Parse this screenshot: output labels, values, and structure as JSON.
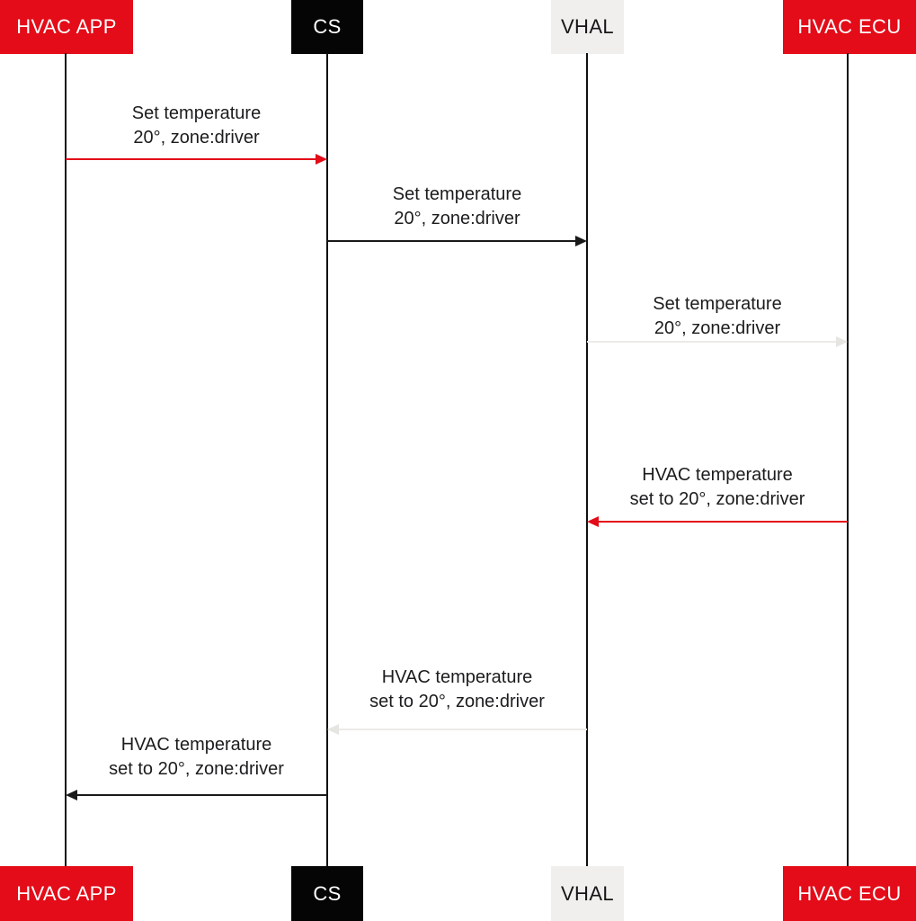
{
  "diagram_type": "sequence-diagram",
  "colors": {
    "actor_red": "#e30c18",
    "actor_black": "#050505",
    "actor_gray": "#f0efed",
    "arrow_red": "#e30c18",
    "arrow_black": "#191919",
    "arrow_light": "#eceae7",
    "text": "#1c1c1e"
  },
  "actors": [
    {
      "id": "hvac-app",
      "label": "HVAC APP"
    },
    {
      "id": "cs",
      "label": "CS"
    },
    {
      "id": "vhal",
      "label": "VHAL"
    },
    {
      "id": "hvac-ecu",
      "label": "HVAC ECU"
    }
  ],
  "messages": [
    {
      "from": "HVAC APP",
      "to": "CS",
      "line1": "Set temperature",
      "line2": "20°, zone:driver",
      "arrow_color": "#e30c18"
    },
    {
      "from": "CS",
      "to": "VHAL",
      "line1": "Set temperature",
      "line2": "20°, zone:driver",
      "arrow_color": "#191919"
    },
    {
      "from": "VHAL",
      "to": "HVAC ECU",
      "line1": "Set temperature",
      "line2": "20°, zone:driver",
      "arrow_color": "#eceae7"
    },
    {
      "from": "HVAC ECU",
      "to": "VHAL",
      "line1": "HVAC temperature",
      "line2": "set to 20°, zone:driver",
      "arrow_color": "#e30c18"
    },
    {
      "from": "VHAL",
      "to": "CS",
      "line1": "HVAC temperature",
      "line2": "set to 20°, zone:driver",
      "arrow_color": "#eceae7"
    },
    {
      "from": "CS",
      "to": "HVAC APP",
      "line1": "HVAC temperature",
      "line2": "set to 20°, zone:driver",
      "arrow_color": "#191919"
    }
  ]
}
